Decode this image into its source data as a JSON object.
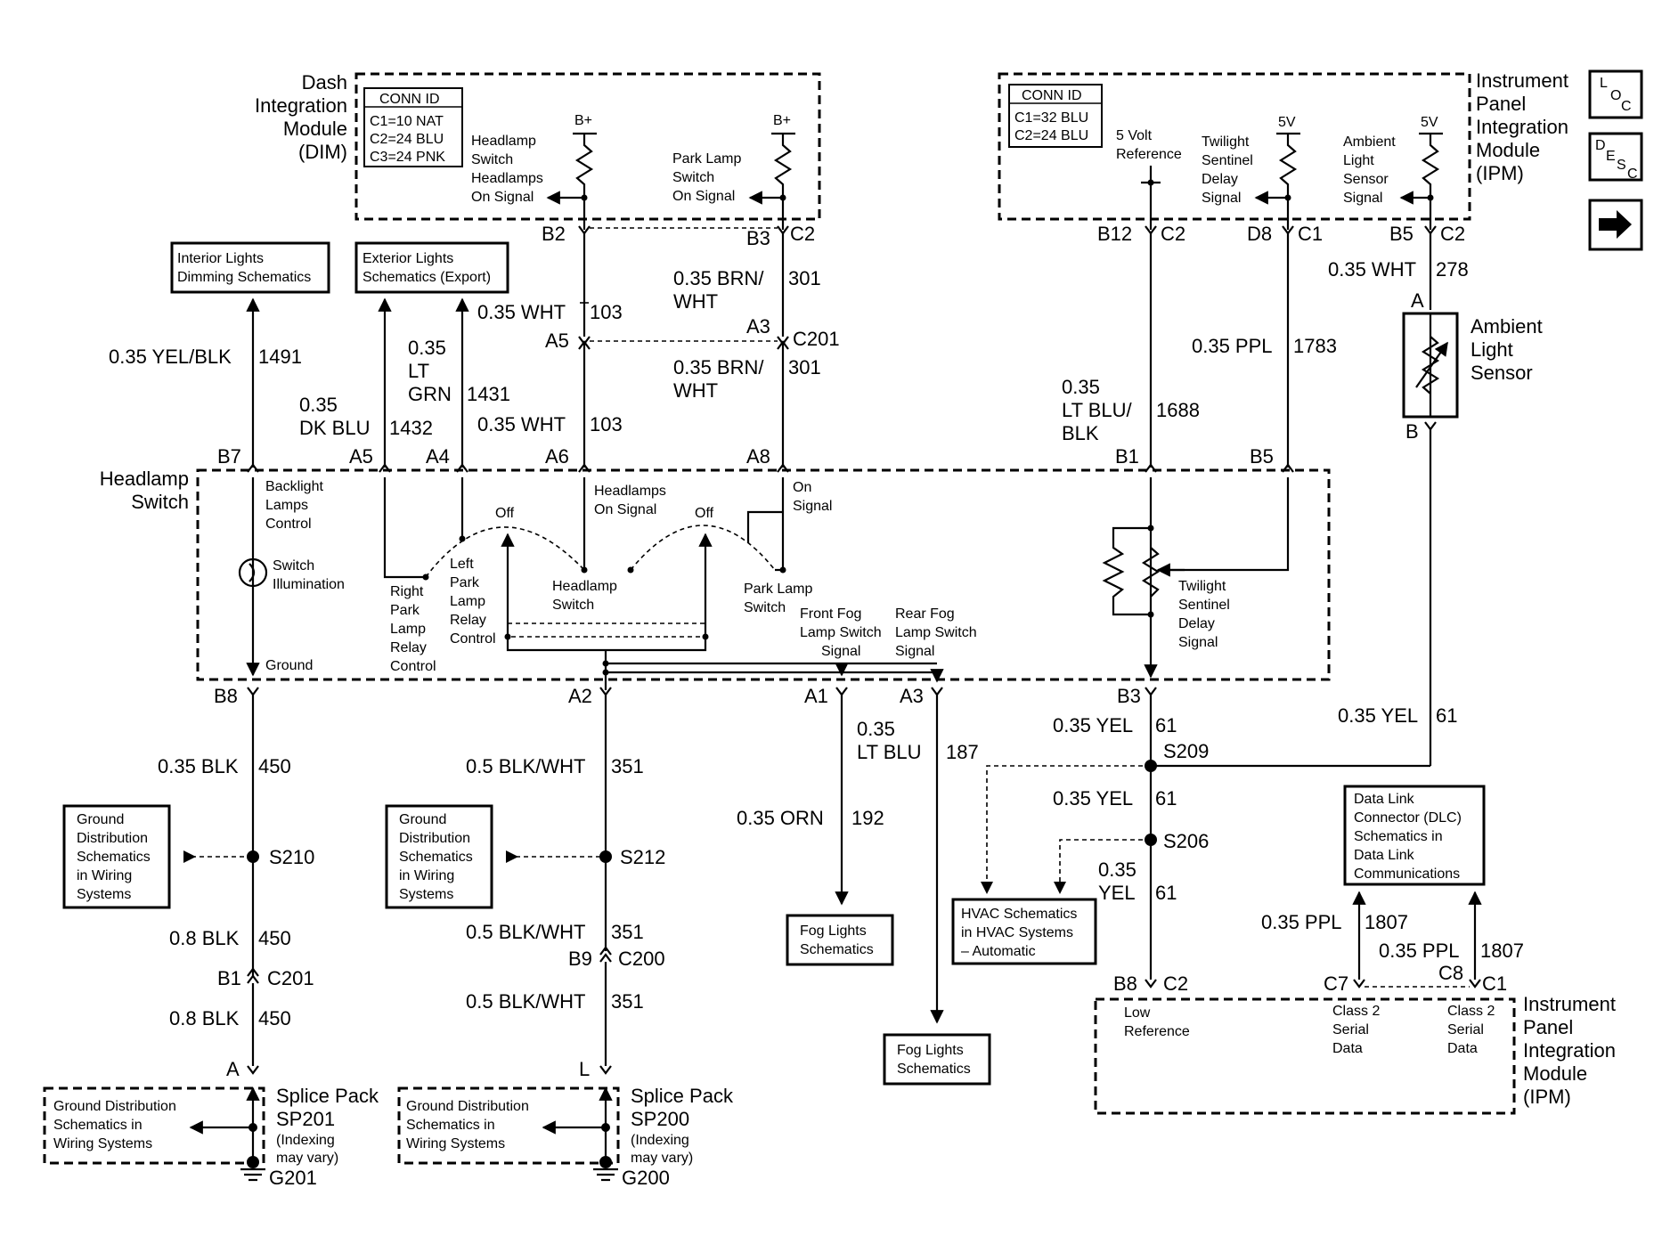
{
  "dim": {
    "title": [
      "Dash",
      "Integration",
      "Module",
      "(DIM)"
    ],
    "conn_id": {
      "header": "CONN ID",
      "lines": [
        "C1=10 NAT",
        "C2=24 BLU",
        "C3=24 PNK"
      ]
    },
    "headlamp_signal": [
      "Headlamp",
      "Switch",
      "Headlamps",
      "On Signal"
    ],
    "park_signal": [
      "Park Lamp",
      "Switch",
      "On Signal"
    ],
    "bplus": "B+"
  },
  "ipm_top": {
    "title": [
      "Instrument",
      "Panel",
      "Integration",
      "Module",
      "(IPM)"
    ],
    "conn_id": {
      "header": "CONN ID",
      "lines": [
        "C1=32 BLU",
        "C2=24 BLU"
      ]
    },
    "ref5v": [
      "5 Volt",
      "Reference"
    ],
    "twilight": [
      "Twilight",
      "Sentinel",
      "Delay",
      "Signal"
    ],
    "ambient": [
      "Ambient",
      "Light",
      "Sensor",
      "Signal"
    ],
    "v5": "5V"
  },
  "icons": {
    "loc": [
      "L",
      "O",
      "C"
    ],
    "desc": [
      "D",
      "E",
      "S",
      "C"
    ]
  },
  "refboxes": {
    "interior": [
      "Interior Lights",
      "Dimming Schematics"
    ],
    "exterior": [
      "Exterior Lights",
      "Schematics (Export)"
    ],
    "ground1": [
      "Ground",
      "Distribution",
      "Schematics",
      "in Wiring",
      "Systems"
    ],
    "ground2": [
      "Ground",
      "Distribution",
      "Schematics",
      "in Wiring",
      "Systems"
    ],
    "fog1": [
      "Fog Lights",
      "Schematics"
    ],
    "fog2": [
      "Fog Lights",
      "Schematics"
    ],
    "hvac": [
      "HVAC Schematics",
      "in HVAC Systems",
      "– Automatic"
    ],
    "dlc": [
      "Data Link",
      "Connector (DLC)",
      "Schematics in",
      "Data Link",
      "Communications"
    ]
  },
  "ambient_sensor": [
    "Ambient",
    "Light",
    "Sensor"
  ],
  "headlamp_switch": {
    "title": [
      "Headlamp",
      "Switch"
    ],
    "backlight": [
      "Backlight",
      "Lamps",
      "Control"
    ],
    "illum": [
      "Switch",
      "Illumination"
    ],
    "ground": "Ground",
    "right_park": [
      "Right",
      "Park",
      "Lamp",
      "Relay",
      "Control"
    ],
    "left_park": [
      "Left",
      "Park",
      "Lamp",
      "Relay",
      "Control"
    ],
    "off": "Off",
    "headlamps_on": [
      "Headlamps",
      "On Signal"
    ],
    "headlamp_sw": [
      "Headlamp",
      "Switch"
    ],
    "park_sw": [
      "Park Lamp",
      "Switch"
    ],
    "on_signal": [
      "On",
      "Signal"
    ],
    "front_fog": [
      "Front Fog",
      "Lamp Switch",
      "Signal"
    ],
    "rear_fog": [
      "Rear Fog",
      "Lamp Switch",
      "Signal"
    ],
    "twilight": [
      "Twilight",
      "Sentinel",
      "Delay",
      "Signal"
    ]
  },
  "ipm_bottom": {
    "title": [
      "Instrument",
      "Panel",
      "Integration",
      "Module",
      "(IPM)"
    ],
    "low_ref": [
      "Low",
      "Reference"
    ],
    "class2a": [
      "Class 2",
      "Serial",
      "Data"
    ],
    "class2b": [
      "Class 2",
      "Serial",
      "Data"
    ]
  },
  "splice1": {
    "title": [
      "Splice Pack",
      "SP201"
    ],
    "note": [
      "(Indexing",
      "may vary)"
    ],
    "ground_box": [
      "Ground Distribution",
      "Schematics in",
      "Wiring Systems"
    ],
    "ground": "G201",
    "pin": "A"
  },
  "splice2": {
    "title": [
      "Splice Pack",
      "SP200"
    ],
    "note": [
      "(Indexing",
      "may vary)"
    ],
    "ground_box": [
      "Ground Distribution",
      "Schematics in",
      "Wiring Systems"
    ],
    "ground": "G200",
    "pin": "L"
  },
  "pins": {
    "b2": "B2",
    "b3c2": "B3",
    "c2": "C2",
    "a5": "A5",
    "a3": "A3",
    "c201": "C201",
    "b7": "B7",
    "a5b": "A5",
    "a4": "A4",
    "a6": "A6",
    "a8": "A8",
    "b12": "B12",
    "c2b": "C2",
    "d8": "D8",
    "c1": "C1",
    "b5": "B5",
    "c2c": "C2",
    "b1": "B1",
    "b5b": "B5",
    "a": "A",
    "b": "B",
    "b8": "B8",
    "a2": "A2",
    "a1": "A1",
    "a3b": "A3",
    "b3b": "B3",
    "b1b": "B1",
    "c201b": "C201",
    "b9": "B9",
    "c200": "C200",
    "b8b": "B8",
    "c2d": "C2",
    "c7": "C7",
    "c8": "C8",
    "c1b": "C1"
  },
  "splices": {
    "s209": "S209",
    "s206": "S206",
    "s210": "S210",
    "s212": "S212"
  },
  "wires": {
    "w103a": [
      "0.35 WHT",
      "103"
    ],
    "w301a": [
      "0.35 BRN/",
      "WHT",
      "301"
    ],
    "w103b": [
      "0.35 WHT",
      "103"
    ],
    "w301b": [
      "0.35 BRN/",
      "WHT",
      "301"
    ],
    "w1491": [
      "0.35 YEL/BLK",
      "1491"
    ],
    "w1432": [
      "0.35",
      "DK BLU",
      "1432"
    ],
    "w1431": [
      "0.35",
      "LT",
      "GRN",
      "1431"
    ],
    "w278": [
      "0.35 WHT",
      "278"
    ],
    "w1783": [
      "0.35 PPL",
      "1783"
    ],
    "w1688": [
      "0.35",
      "LT BLU/",
      "BLK",
      "1688"
    ],
    "w450a": [
      "0.35 BLK",
      "450"
    ],
    "w351a": [
      "0.5 BLK/WHT",
      "351"
    ],
    "w187": [
      "0.35",
      "LT BLU",
      "187"
    ],
    "w192": [
      "0.35 ORN",
      "192"
    ],
    "w61a": [
      "0.35 YEL",
      "61"
    ],
    "w61b": [
      "0.35 YEL",
      "61"
    ],
    "w61c": [
      "0.35 YEL",
      "61"
    ],
    "w61d": [
      "0.35",
      "YEL",
      "61"
    ],
    "w450b": [
      "0.8 BLK",
      "450"
    ],
    "w450c": [
      "0.8 BLK",
      "450"
    ],
    "w351b": [
      "0.5 BLK/WHT",
      "351"
    ],
    "w351c": [
      "0.5 BLK/WHT",
      "351"
    ],
    "w1807a": [
      "0.35 PPL",
      "1807"
    ],
    "w1807b": [
      "0.35 PPL",
      "1807"
    ]
  }
}
